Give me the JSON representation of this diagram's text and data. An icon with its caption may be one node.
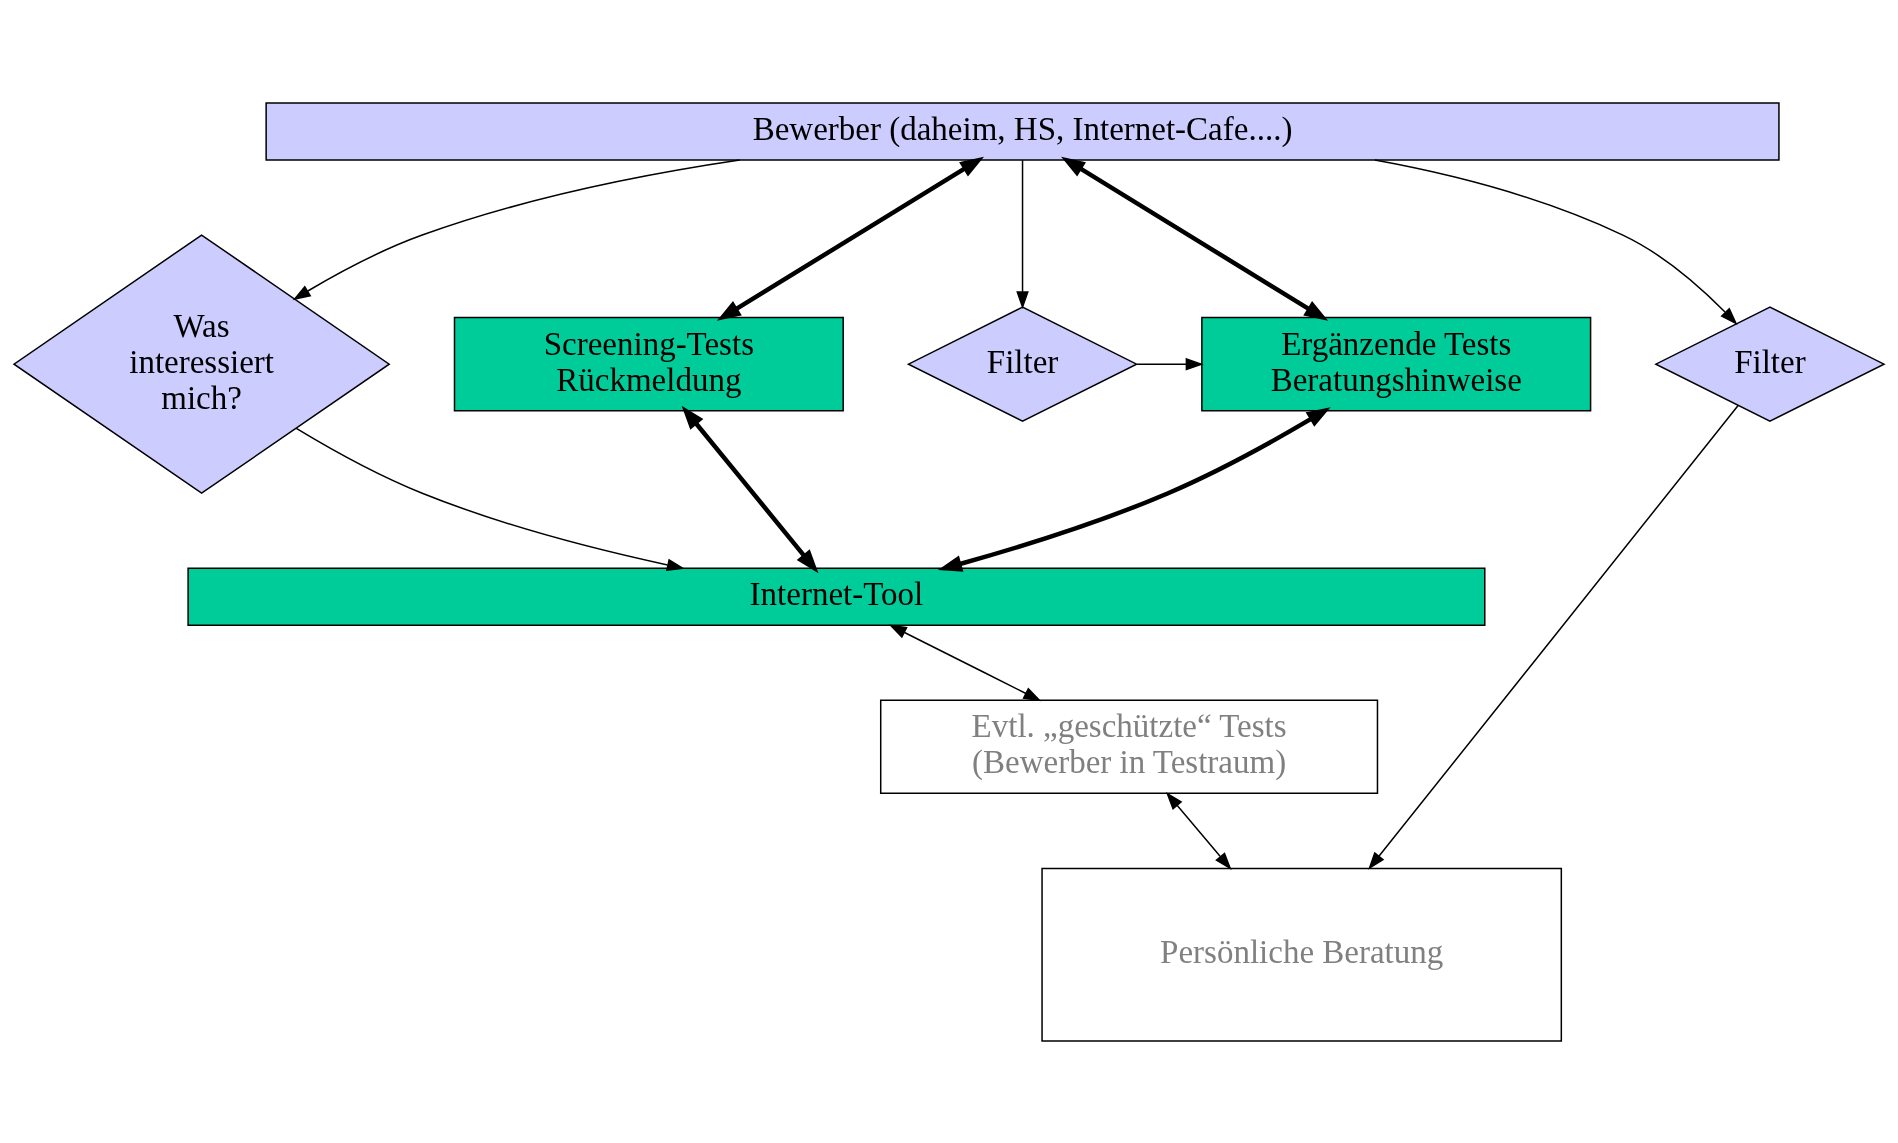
{
  "diagram": {
    "nodes": [
      {
        "text": [
          "Bewerber (daheim, HS, Internet-Cafe....)"
        ]
      },
      {
        "text": [
          "Was interessiert mich?"
        ]
      },
      {
        "text": [
          "Screening-Tests Rückmeldung"
        ]
      },
      {
        "text": [
          "Filter"
        ]
      },
      {
        "text": [
          "Ergänzende Tests Beratungshinweise"
        ]
      },
      {
        "text": [
          "Filter"
        ]
      },
      {
        "text": [
          "Internet-Tool"
        ]
      },
      {
        "text": [
          "Evtl. „geschützte“ Tests (Bewerber in Testraum)"
        ]
      },
      {
        "text": [
          "Persönliche Beratung"
        ]
      }
    ],
    "edges": [
      {
        "from": 0,
        "to": 1,
        "arrow": "to"
      },
      {
        "from": 0,
        "to": 2,
        "arrow": "both",
        "style": "thick"
      },
      {
        "from": 0,
        "to": 3,
        "arrow": "to"
      },
      {
        "from": 0,
        "to": 4,
        "arrow": "both",
        "style": "thick"
      },
      {
        "from": 0,
        "to": 5,
        "arrow": "to"
      },
      {
        "from": 1,
        "to": 6,
        "arrow": "to"
      },
      {
        "from": 2,
        "to": 6,
        "arrow": "both",
        "style": "thick"
      },
      {
        "from": 3,
        "to": 4,
        "arrow": "to"
      },
      {
        "from": 4,
        "to": 6,
        "arrow": "both",
        "style": "thick"
      },
      {
        "from": 6,
        "to": 7,
        "arrow": "both"
      },
      {
        "from": 7,
        "to": 8,
        "arrow": "both"
      },
      {
        "from": 5,
        "to": 8,
        "arrow": "to"
      }
    ]
  }
}
